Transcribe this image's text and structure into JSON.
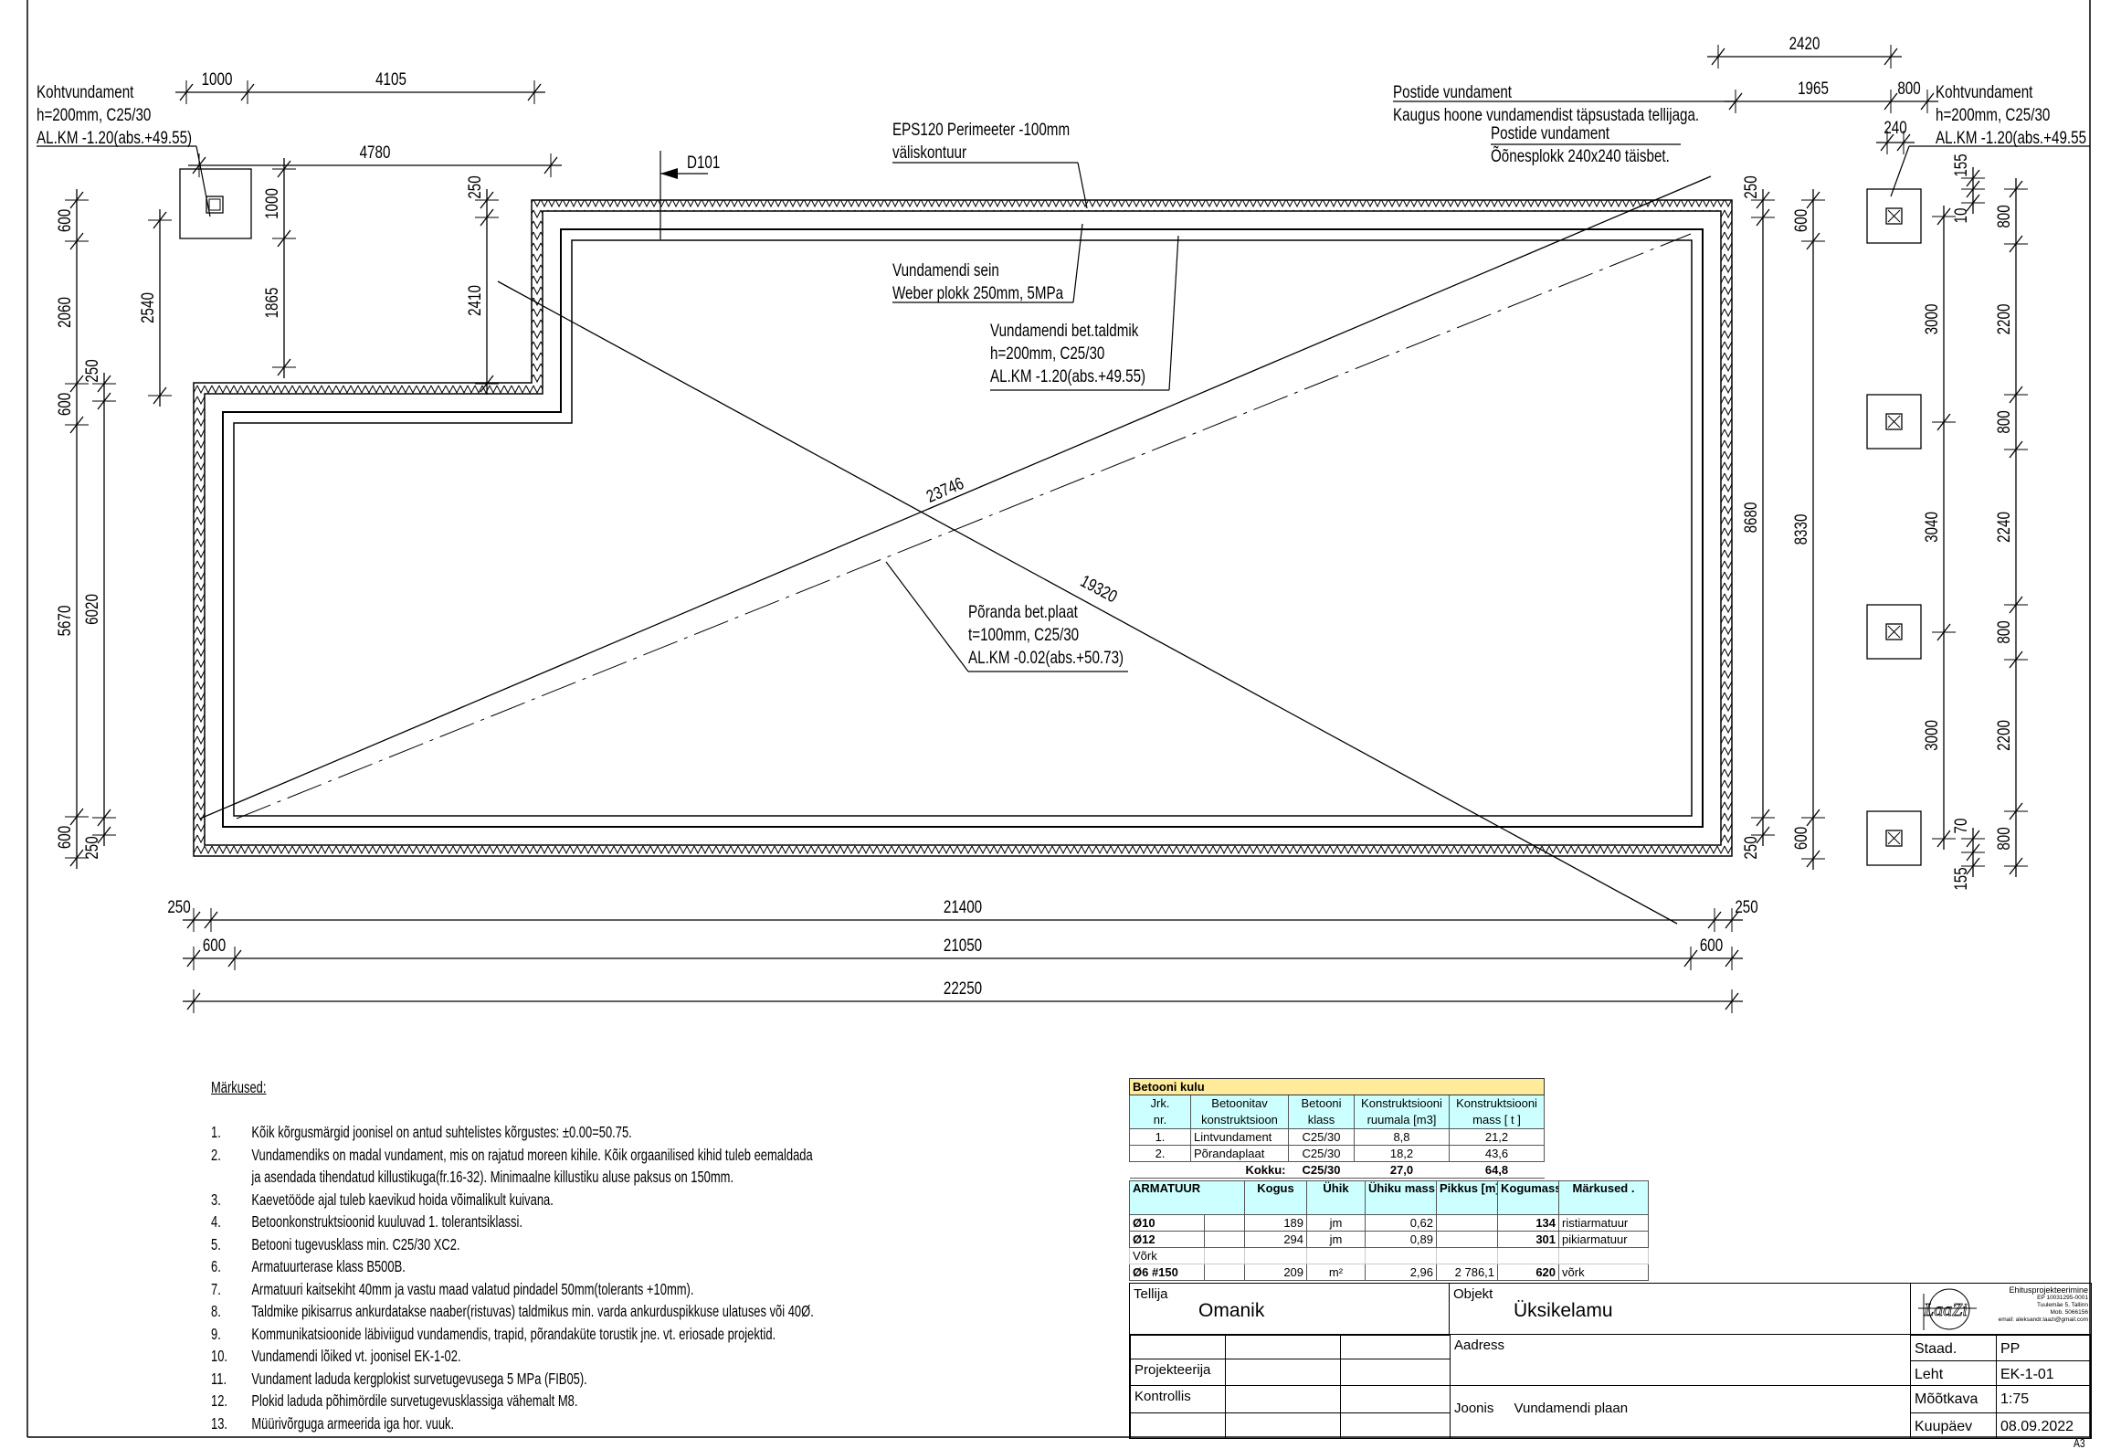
{
  "labels": {
    "kohtvundament_left": [
      "Kohtvundament",
      "h=200mm, C25/30",
      "AL.KM -1.20(abs.+49.55)"
    ],
    "kohtvundament_right": [
      "Kohtvundament",
      "h=200mm, C25/30",
      "AL.KM -1.20(abs.+49.55"
    ],
    "postide_1": [
      "Postide vundament",
      "Kaugus hoone vundamendist täpsustada tellijaga."
    ],
    "postide_2": [
      "Postide vundament",
      "Õõnesplokk 240x240 täisbet."
    ],
    "eps": [
      "EPS120 Perimeeter -100mm",
      "väliskontuur"
    ],
    "section_marker": "D101",
    "sein": [
      "Vundamendi sein",
      "Weber plokk 250mm, 5MPa"
    ],
    "taldmik": [
      "Vundamendi bet.taldmik",
      "h=200mm, C25/30",
      "AL.KM -1.20(abs.+49.55)"
    ],
    "porand": [
      "Põranda bet.plaat",
      "t=100mm, C25/30",
      "AL.KM -0.02(abs.+50.73)"
    ],
    "diag1": "23746",
    "diag2": "19320",
    "sheet_size": "A3"
  },
  "dims": {
    "t1000": "1000",
    "t4105": "4105",
    "t4780": "4780",
    "t2420": "2420",
    "t1965": "1965",
    "t800": "800",
    "t240": "240",
    "b250a": "250",
    "b21400": "21400",
    "b250b": "250",
    "b600a": "600",
    "b21050": "21050",
    "b600b": "600",
    "b22250": "22250",
    "l600a": "600",
    "l2060": "2060",
    "l600b": "600",
    "l5670": "5670",
    "l600c": "600",
    "l250a": "250",
    "l6020": "6020",
    "l250b": "250",
    "l2540": "2540",
    "l1000": "1000",
    "l1865": "1865",
    "l250c": "250",
    "l2410": "2410",
    "r250a": "250",
    "r8680": "8680",
    "r250b": "250",
    "r600a": "600",
    "r8330": "8330",
    "r600b": "600",
    "p3000a": "3000",
    "p3040": "3040",
    "p3000b": "3000",
    "p800a": "800",
    "p2200a": "2200",
    "p800b": "800",
    "p2240": "2240",
    "p800c": "800",
    "p2200b": "2200",
    "p800d": "800",
    "p155a": "155",
    "p10": "10",
    "p70": "70",
    "p155b": "155"
  },
  "notes": {
    "title": "Märkused:",
    "items": [
      {
        "n": "1.",
        "t": "Kõik kõrgusmärgid joonisel on antud suhtelistes kõrgustes: ±0.00=50.75."
      },
      {
        "n": "2.",
        "t": "Vundamendiks on madal vundament, mis on rajatud moreen kihile. Kõik orgaanilised kihid tuleb  eemaldada ja asendada tihendatud killustikuga(fr.16-32). Minimaalne killustiku aluse paksus on 150mm."
      },
      {
        "n": "3.",
        "t": "Kaevetööde ajal tuleb kaevikud hoida võimalikult kuivana."
      },
      {
        "n": "4.",
        "t": "Betoonkonstruktsioonid kuuluvad 1. tolerantsiklassi."
      },
      {
        "n": "5.",
        "t": "Betooni tugevusklass min. C25/30 XC2."
      },
      {
        "n": "6.",
        "t": "Armatuurterase klass B500B."
      },
      {
        "n": "7.",
        "t": "Armatuuri kaitsekiht 40mm ja vastu maad valatud pindadel 50mm(tolerants +10mm)."
      },
      {
        "n": "8.",
        "t": "Taldmike pikisarrus ankurdatakse naaber(ristuvas) taldmikus min. varda ankurduspikkuse ulatuses või 40Ø."
      },
      {
        "n": "9.",
        "t": "Kommunikatsioonide läbiviigud vundamendis, trapid, põrandaküte torustik jne. vt. eriosade projektid."
      },
      {
        "n": "10.",
        "t": "Vundamendi lõiked vt. joonisel EK-1-02."
      },
      {
        "n": "11.",
        "t": "Vundament laduda kergplokist survetugevusega 5 MPa (FIB05)."
      },
      {
        "n": "12.",
        "t": "Plokid laduda põhimördile survetugevusklassiga vähemalt M8."
      },
      {
        "n": "13.",
        "t": "Müürivõrguga armeerida iga hor. vuuk."
      }
    ]
  },
  "concrete": {
    "title": "Betooni kulu",
    "headers": [
      [
        "Jrk.",
        "nr."
      ],
      [
        "Betoonitav",
        "konstruktsioon"
      ],
      [
        "Betooni",
        "klass"
      ],
      [
        "Konstruktsiooni",
        "ruumala [m3]"
      ],
      [
        "Konstruktsiooni",
        "mass [ t ]"
      ]
    ],
    "rows": [
      [
        "1.",
        "Lintvundament",
        "C25/30",
        "8,8",
        "21,2"
      ],
      [
        "2.",
        "Põrandaplaat",
        "C25/30",
        "18,2",
        "43,6"
      ]
    ],
    "total": [
      "Kokku:",
      "C25/30",
      "27,0",
      "64,8"
    ]
  },
  "rebar": {
    "headers": [
      "ARMATUUR",
      "Kogus",
      "Ühik",
      "Ühiku mass [kg]",
      "Pikkus [m]",
      "Kogumass [kg]",
      "Märkused ."
    ],
    "rows": [
      [
        "Ø10",
        "189",
        "jm",
        "0,62",
        "",
        "134",
        "ristiarmatuur"
      ],
      [
        "Ø12",
        "294",
        "jm",
        "0,89",
        "",
        "301",
        "pikiarmatuur"
      ],
      [
        "Võrk",
        "",
        "",
        "",
        "",
        "",
        ""
      ],
      [
        "Ø6 #150",
        "209",
        "m²",
        "2,96",
        "2 786,1",
        "620",
        "võrk"
      ]
    ]
  },
  "title_block": {
    "tellija_label": "Tellija",
    "tellija": "Omanik",
    "objekt_label": "Objekt",
    "objekt": "Üksikelamu",
    "aadress_label": "Aadress",
    "projekteerija_label": "Projekteerija",
    "kontrollis_label": "Kontrollis",
    "joonis_label": "Joonis",
    "joonis": "Vundamendi plaan",
    "logo_text": "LaaZi",
    "company": [
      "Ehitusprojekteerimine",
      "EP 10031295-0001",
      "Tuulemäe 5, Tallinn",
      "Mob. 5066156",
      "email: aleksandr.laazi@gmail.com"
    ],
    "staad_label": "Staad.",
    "staad": "PP",
    "leht_label": "Leht",
    "leht": "EK-1-01",
    "mootkava_label": "Mõõtkava",
    "mootkava": "1:75",
    "kuupaev_label": "Kuupäev",
    "kuupaev": "08.09.2022"
  }
}
